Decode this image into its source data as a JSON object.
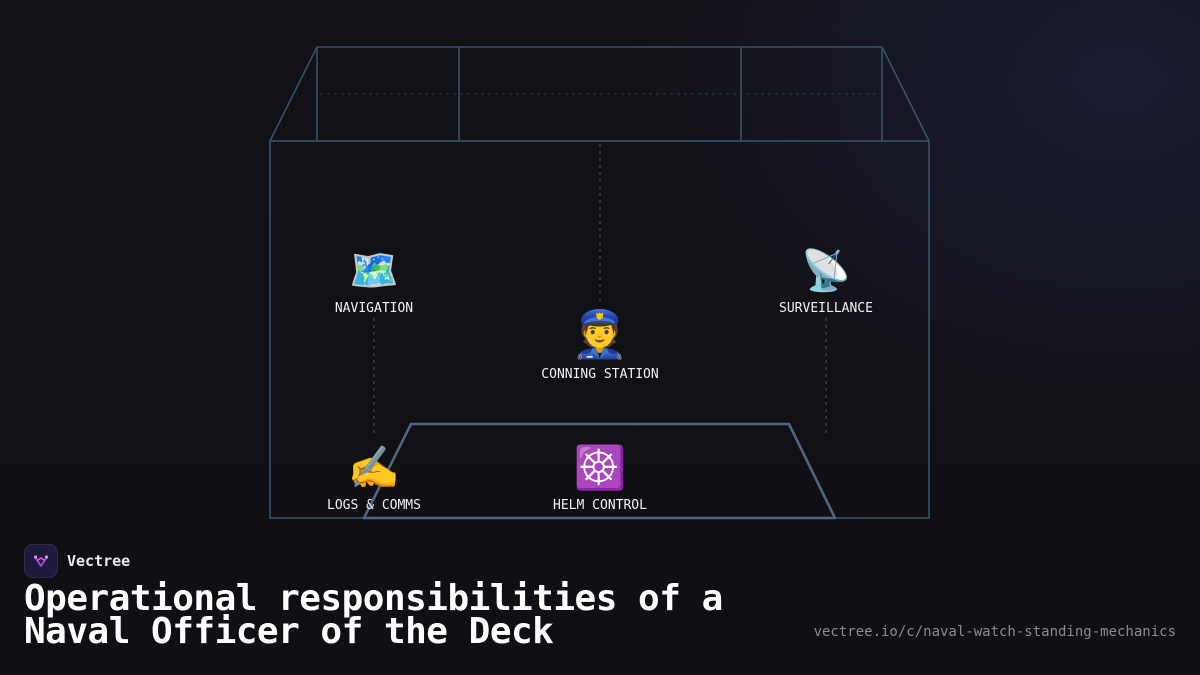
{
  "brand": {
    "name": "Vectree",
    "logo_icon": "vectree-logo-icon",
    "accent": "#a24bd0"
  },
  "title": "Operational responsibilities of a Naval Officer of the Deck",
  "url": "vectree.io/c/naval-watch-standing-mechanics",
  "colors": {
    "background": "#111116",
    "outline": "#3a5168",
    "dotted": "#3e4a58",
    "label": "#f2f2f4"
  },
  "diagram": {
    "center": {
      "id": "conning",
      "icon": "👮",
      "icon_name": "police-officer-icon",
      "label": "CONNING STATION"
    },
    "nodes": [
      {
        "id": "navigation",
        "icon": "🗺️",
        "icon_name": "map-icon",
        "label": "NAVIGATION"
      },
      {
        "id": "surveillance",
        "icon": "📡",
        "icon_name": "satellite-antenna-icon",
        "label": "SURVEILLANCE"
      },
      {
        "id": "logs",
        "icon": "✍️",
        "icon_name": "writing-hand-icon",
        "label": "LOGS & COMMS"
      },
      {
        "id": "helm",
        "icon": "☸️",
        "icon_name": "ship-wheel-icon",
        "label": "HELM CONTROL"
      }
    ]
  }
}
